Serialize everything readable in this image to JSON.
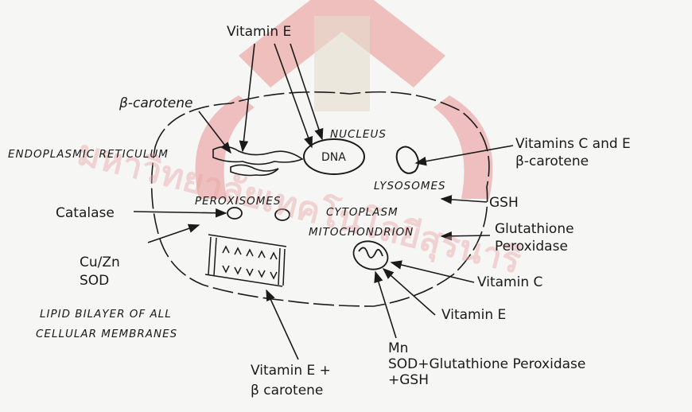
{
  "watermark": {
    "text": "มหาวิทยาลัยเทคโนโลยีสุรนารี",
    "color": "#e06060"
  },
  "diagram": {
    "organelles": {
      "nucleus": "NUCLEUS",
      "dna": "DNA",
      "er": "ENDOPLASMIC RETICULUM",
      "lysosomes": "LYSOSOMES",
      "peroxisomes": "PEROXISOMES",
      "cytoplasm": "CYTOPLASM",
      "mitochondrion": "MITOCHONDRION",
      "lipid_line1": "LIPID BILAYER OF ALL",
      "lipid_line2": "CELLULAR MEMBRANES"
    },
    "antioxidants": {
      "vitamin_e_top": "Vitamin E",
      "beta_carotene": "β-carotene",
      "vit_c_e_line1": "Vitamins C and E",
      "vit_c_e_line2": "β-carotene",
      "catalase": "Catalase",
      "gsh": "GSH",
      "gpx_line1": "Glutathione",
      "gpx_line2": "Peroxidase",
      "cuzn_line1": "Cu/Zn",
      "cuzn_line2": "SOD",
      "vitamin_c": "Vitamin C",
      "vitamin_e_mito": "Vitamin E",
      "mn_line1": "Mn",
      "mn_line2": "SOD+Glutathione Peroxidase",
      "mn_line3": "+GSH",
      "ve_bc_line1": "Vitamin E +",
      "ve_bc_line2": "β carotene"
    }
  }
}
